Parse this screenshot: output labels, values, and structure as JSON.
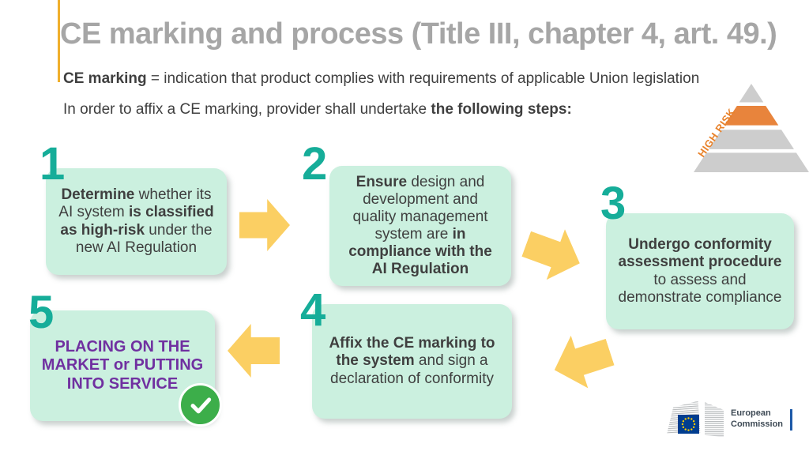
{
  "slide": {
    "title": "CE marking and process (Title III, chapter 4, art. 49.)",
    "intro_line1": [
      {
        "text": "CE marking",
        "bold": true
      },
      {
        "text": " = indication that product complies with requirements of applicable Union legislation",
        "bold": false
      }
    ],
    "intro_line2": [
      {
        "text": "In order to affix a CE marking, provider shall undertake ",
        "bold": false
      },
      {
        "text": "the following steps:",
        "bold": true
      }
    ],
    "pyramid": {
      "label": "HIGH RISK",
      "label_color": "#E8822B",
      "highlight_color": "#E8843C",
      "tier_color": "#CDCDCD"
    },
    "steps": [
      {
        "number": "1",
        "segments": [
          {
            "text": "Determine",
            "bold": true
          },
          {
            "text": " whether its AI system ",
            "bold": false
          },
          {
            "text": "is classified as high-risk",
            "bold": true
          },
          {
            "text": " under the new AI Regulation",
            "bold": false
          }
        ]
      },
      {
        "number": "2",
        "segments": [
          {
            "text": "Ensure",
            "bold": true
          },
          {
            "text": " design and development and quality management system are ",
            "bold": false
          },
          {
            "text": "in compliance with the AI Regulation",
            "bold": true
          }
        ]
      },
      {
        "number": "3",
        "segments": [
          {
            "text": "Undergo conformity assessment procedure",
            "bold": true
          },
          {
            "text": " to assess and demonstrate compliance",
            "bold": false
          }
        ]
      },
      {
        "number": "4",
        "segments": [
          {
            "text": "Affix the CE marking to the system",
            "bold": true
          },
          {
            "text": " and sign a declaration of conformity",
            "bold": false
          }
        ]
      },
      {
        "number": "5",
        "segments": [
          {
            "text": "PLACING ON THE MARKET or PUTTING INTO SERVICE",
            "bold": true
          }
        ]
      }
    ],
    "footer_logo": {
      "org_line1": "European",
      "org_line2": "Commission"
    },
    "colors": {
      "accent_line": "#F0AF2C",
      "title_gray": "#A6A6A6",
      "body_text": "#3F3F3F",
      "box_fill": "#CBF0DF",
      "step_number_teal": "#16AD99",
      "arrow_yellow": "#FBCF63",
      "step5_purple": "#7030A0",
      "check_green": "#3CAE4A",
      "eu_flag_blue": "#003D8F",
      "eu_star_yellow": "#FFCC00"
    }
  }
}
